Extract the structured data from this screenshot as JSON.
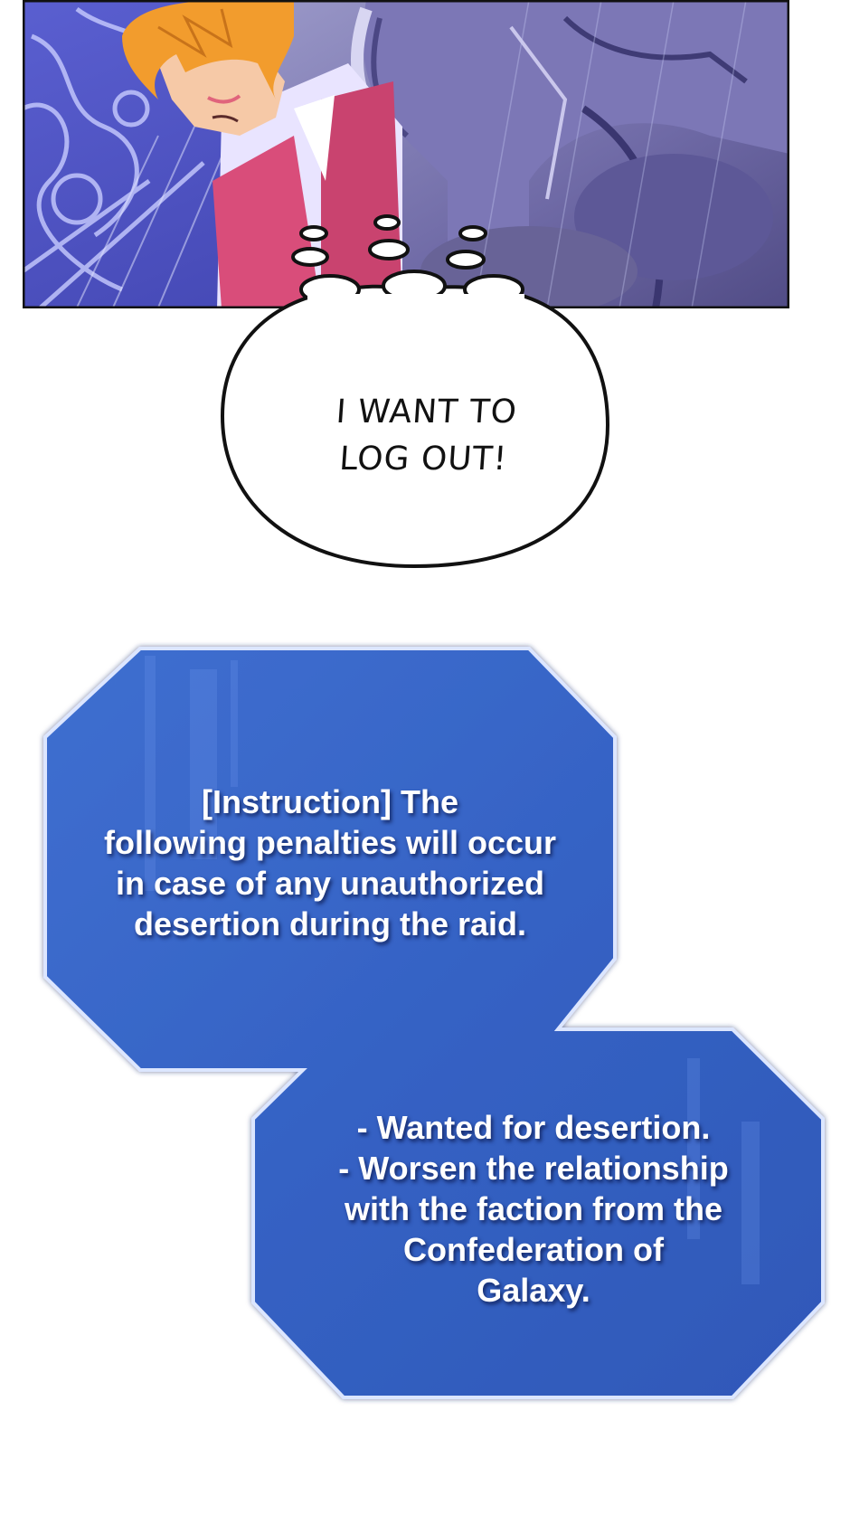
{
  "speech_bubble": {
    "lines": [
      "I WANT TO",
      "LOG OUT!"
    ]
  },
  "system_window": {
    "instruction_lines": [
      "[Instruction] The",
      "following penalties will occur",
      "in case of any unauthorized",
      "desertion during the raid."
    ],
    "penalty_lines": [
      "- Wanted for desertion.",
      "- Worsen the relationship",
      "with the faction from the",
      "Confederation of",
      "Galaxy."
    ]
  },
  "colors": {
    "system_blue": "#3761c2",
    "system_border": "#dce6ff",
    "panel_bg": "#4a4fb0",
    "text_white": "#ffffff"
  }
}
